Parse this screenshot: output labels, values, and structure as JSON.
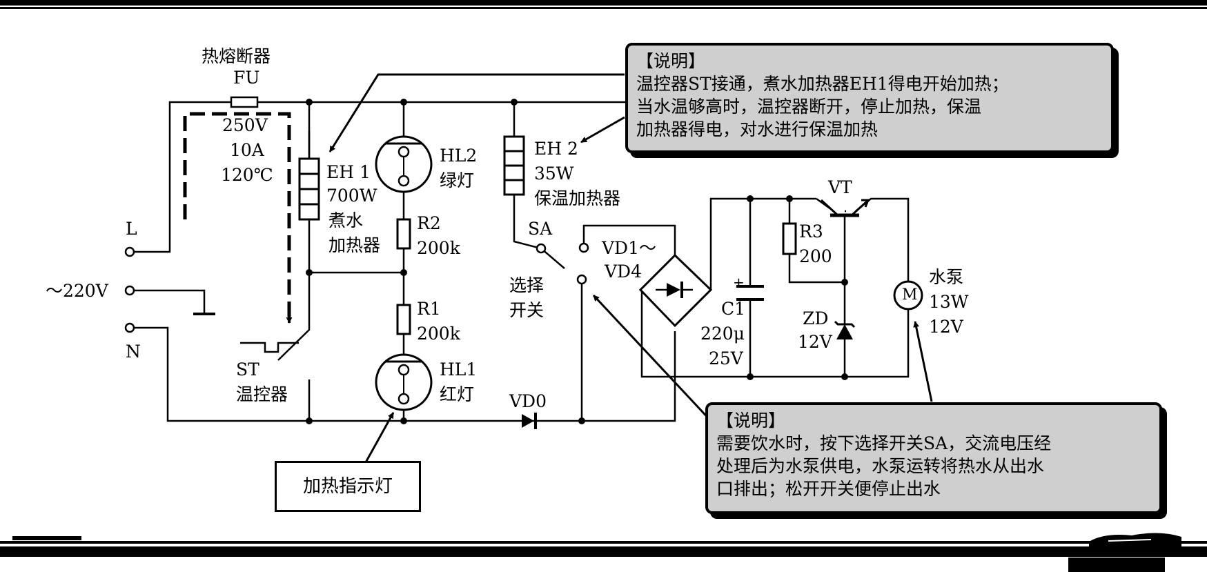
{
  "labels": {
    "fuse_cn": "热熔断器",
    "fuse_id": "FU",
    "fuse_v": "250V",
    "fuse_a": "10A",
    "fuse_t": "120℃",
    "eh1_id": "EH 1",
    "eh1_w": "700W",
    "eh1_cn1": "煮水",
    "eh1_cn2": "加热器",
    "hl2_id": "HL2",
    "hl2_cn": "绿灯",
    "r2_id": "R2",
    "r2_v": "200k",
    "r1_id": "R1",
    "r1_v": "200k",
    "hl1_id": "HL1",
    "hl1_cn": "红灯",
    "eh2_id": "EH 2",
    "eh2_w": "35W",
    "eh2_cn": "保温加热器",
    "sa_id": "SA",
    "sa_cn1": "选择",
    "sa_cn2": "开关",
    "vd14_1": "VD1～",
    "vd14_2": "VD4",
    "vd0": "VD0",
    "c1_id": "C1",
    "c1_v": "220μ",
    "c1_u": "25V",
    "r3_id": "R3",
    "r3_v": "200",
    "zd_id": "ZD",
    "zd_v": "12V",
    "vt_id": "VT",
    "pump_cn": "水泵",
    "pump_w": "13W",
    "pump_v": "12V",
    "motor": "M",
    "plus": "+",
    "st_id": "ST",
    "st_cn": "温控器",
    "l": "L",
    "n": "N",
    "ac": "～220V",
    "heat_indicator": "加热指示灯"
  },
  "note_top": {
    "title": "【说明】",
    "lines": [
      "温控器ST接通，煮水加热器EH1得电开始加热；",
      "当水温够高时，温控器断开，停止加热，保温",
      "加热器得电，对水进行保温加热"
    ]
  },
  "note_bottom": {
    "title": "【说明】",
    "lines": [
      "需要饮水时，按下选择开关SA，交流电压经",
      "处理后为水泵供电，水泵运转将热水从出水",
      "口排出；松开开关便停止出水"
    ]
  },
  "colors": {
    "note_fill": "#cfcfcf",
    "line": "#000000"
  }
}
